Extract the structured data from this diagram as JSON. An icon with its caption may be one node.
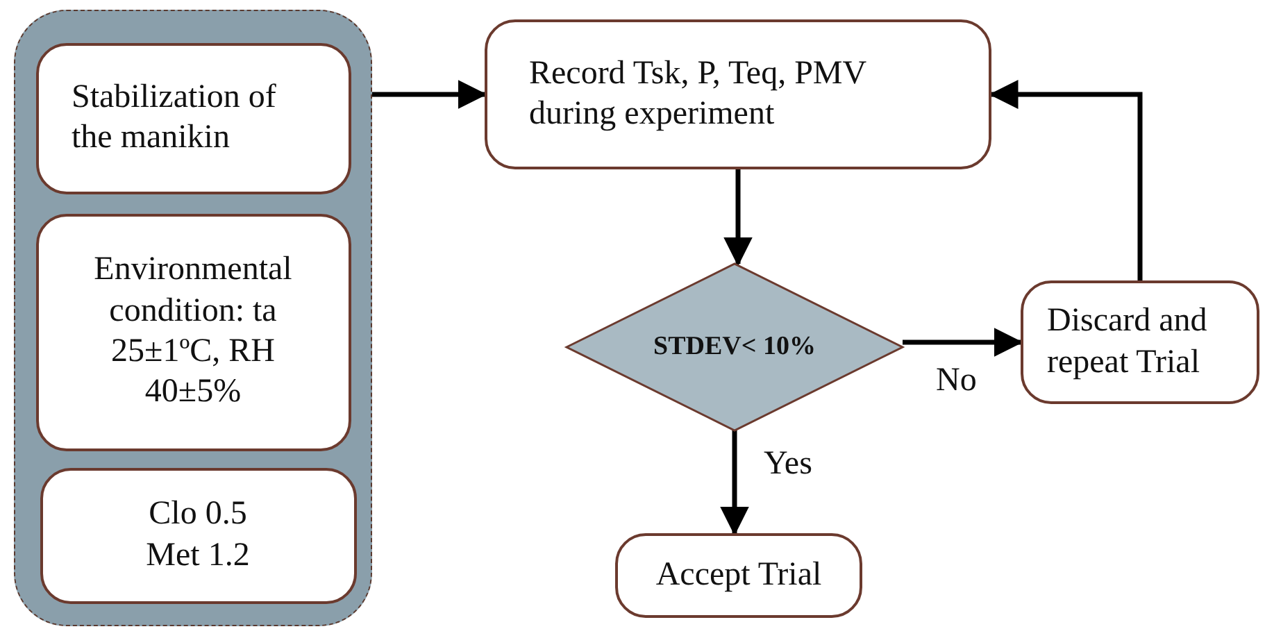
{
  "diagram": {
    "nodes": [
      {
        "text": [],
        "shape": "box"
      },
      {
        "text": [
          "Stabilization of the manikin"
        ],
        "in": 0
      },
      {
        "text": [
          "Environmental condition: ta 25±1ºC, RH 40±5%"
        ],
        "in": 0
      },
      {
        "text": [
          "Clo 0.5 Met 1.2"
        ],
        "in": 0
      },
      {
        "text": [
          "Record Tsk, P, Teq, PMV during experiment"
        ]
      },
      {
        "text": [
          "STDEV< 10%"
        ]
      },
      {
        "text": [
          "Discard and repeat Trial"
        ]
      },
      {
        "text": [
          "Accept Trial"
        ]
      }
    ],
    "edges": [
      {
        "from": 0,
        "to": 4,
        "arrow": "to"
      },
      {
        "from": 4,
        "to": 5,
        "arrow": "to"
      },
      {
        "from": 5,
        "to": 6,
        "arrow": "to",
        "label": "No"
      },
      {
        "from": 5,
        "to": 7,
        "arrow": "to",
        "label": "Yes"
      },
      {
        "from": 6,
        "to": 4,
        "arrow": "to"
      }
    ]
  }
}
